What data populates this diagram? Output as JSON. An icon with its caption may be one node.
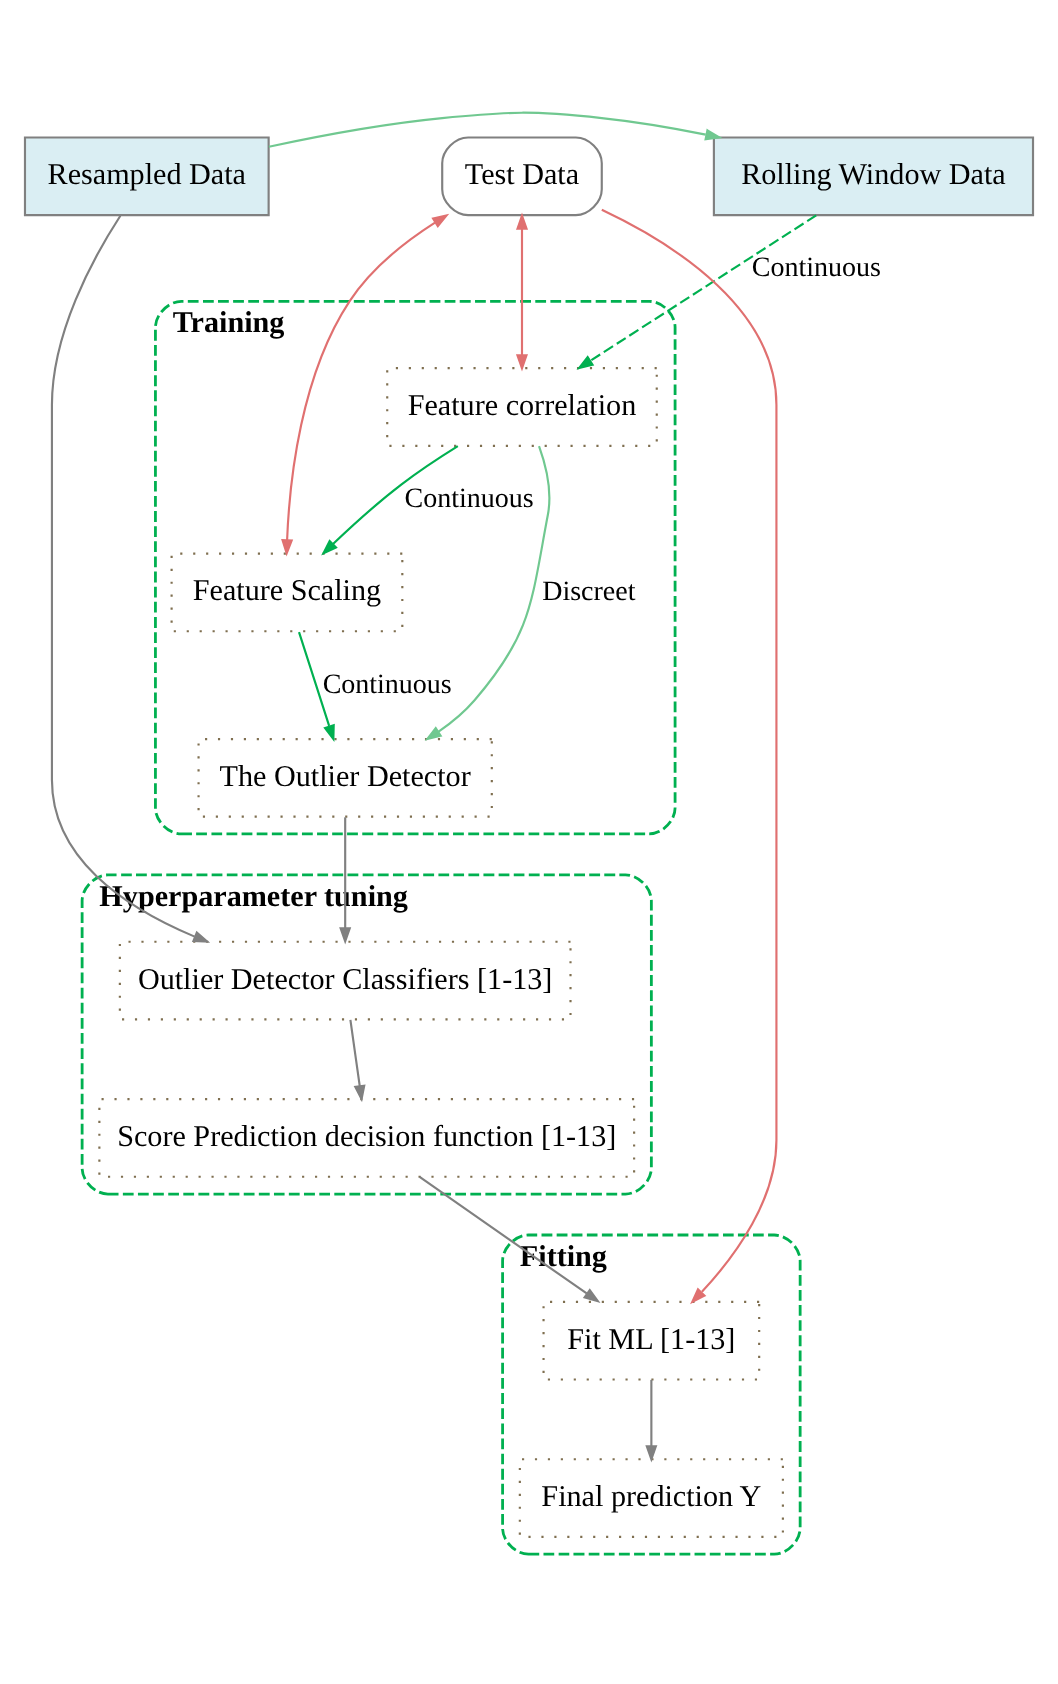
{
  "diagram": {
    "nodes": [
      {
        "text": [
          "Resampled Data"
        ]
      },
      {
        "text": [
          "Rolling Window Data"
        ]
      },
      {
        "text": [
          "Training"
        ]
      },
      {
        "text": [
          "Feature correlation"
        ],
        "in": 2
      },
      {
        "text": [
          "Feature Scaling"
        ],
        "in": 2
      },
      {
        "text": [
          "The Outlier Detector"
        ],
        "in": 2
      },
      {
        "text": [
          "Hyperparameter tuning"
        ]
      },
      {
        "text": [
          "Outlier Detector Classifiers [1-13]"
        ],
        "in": 6
      },
      {
        "text": [
          "Score Prediction decision function [1-13]"
        ],
        "in": 6
      },
      {
        "text": [
          "Test Data"
        ]
      },
      {
        "text": [
          "Fitting"
        ]
      },
      {
        "text": [
          "Fit ML [1-13]"
        ],
        "in": 10
      },
      {
        "text": [
          "Final prediction Y"
        ],
        "in": 10
      }
    ],
    "edges": [
      {
        "from": 0,
        "to": 1,
        "arrow": "to",
        "color": "#70c890"
      },
      {
        "from": 1,
        "to": 3,
        "arrow": "to",
        "label": "Continuous",
        "color": "#00b050",
        "style": "dashed"
      },
      {
        "from": 3,
        "to": 4,
        "arrow": "to",
        "label": "Continuous",
        "color": "#00b050"
      },
      {
        "from": 4,
        "to": 5,
        "arrow": "to",
        "label": "Continuous",
        "color": "#00b050"
      },
      {
        "from": 3,
        "to": 5,
        "arrow": "to",
        "label": "Discreet",
        "color": "#70c890"
      },
      {
        "from": 5,
        "to": 7,
        "arrow": "to"
      },
      {
        "from": 0,
        "to": 7,
        "arrow": "to"
      },
      {
        "from": 7,
        "to": 8,
        "arrow": "to"
      },
      {
        "from": 8,
        "to": 11,
        "arrow": "to"
      },
      {
        "from": 9,
        "to": 3,
        "arrow": "both",
        "color": "#e07070"
      },
      {
        "from": 9,
        "to": 4,
        "arrow": "both",
        "color": "#e07070"
      },
      {
        "from": 9,
        "to": 11,
        "arrow": "to",
        "color": "#e07070"
      },
      {
        "from": 11,
        "to": 12,
        "arrow": "to"
      }
    ]
  }
}
